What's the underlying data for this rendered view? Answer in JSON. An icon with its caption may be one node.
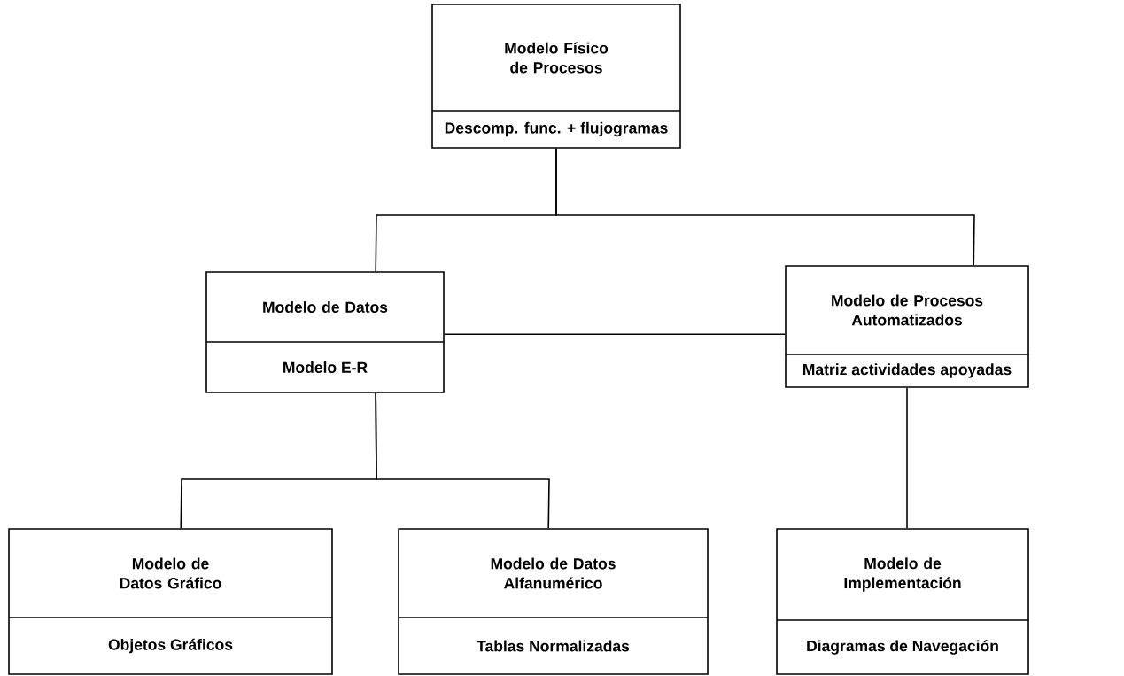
{
  "diagram": {
    "nodes": [
      {
        "text": [
          "Modelo Físico de Procesos",
          "Descomp. func. + flujogramas"
        ]
      },
      {
        "text": [
          "Modelo de Datos",
          "Modelo E-R"
        ]
      },
      {
        "text": [
          "Modelo de Procesos Automatizados",
          "Matriz actividades apoyadas"
        ]
      },
      {
        "text": [
          "Modelo de Datos Gráfico",
          "Objetos Gráficos"
        ]
      },
      {
        "text": [
          "Modelo de Datos Alfanumérico",
          "Tablas Normalizadas"
        ]
      },
      {
        "text": [
          "Modelo de Implementación",
          "Diagramas de Navegación"
        ]
      }
    ],
    "edges": [
      {
        "from": 0,
        "to": 1,
        "arrow": "none"
      },
      {
        "from": 0,
        "to": 2,
        "arrow": "none"
      },
      {
        "from": 1,
        "to": 2,
        "arrow": "none"
      },
      {
        "from": 1,
        "to": 3,
        "arrow": "none"
      },
      {
        "from": 1,
        "to": 4,
        "arrow": "none"
      },
      {
        "from": 2,
        "to": 5,
        "arrow": "none"
      }
    ]
  }
}
